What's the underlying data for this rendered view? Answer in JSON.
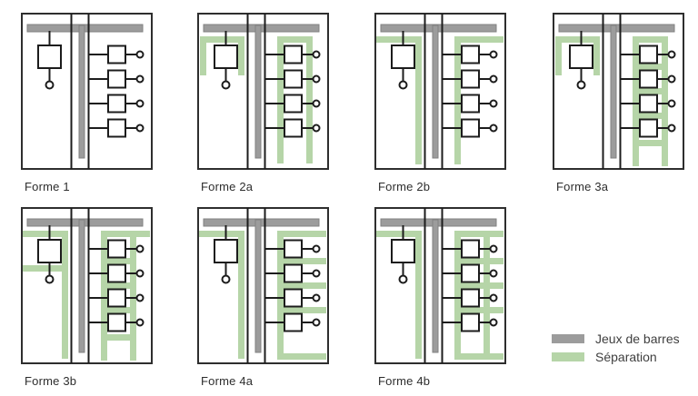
{
  "legend": {
    "items": [
      {
        "name": "busbars",
        "label": "Jeux de barres",
        "color": "#9c9c9c"
      },
      {
        "name": "separation",
        "label": "Séparation",
        "color": "#b6d5a8"
      }
    ]
  },
  "colors": {
    "busbar": "#9c9c9c",
    "busbar_outline": "#828282",
    "separation": "#b6d5a8",
    "line": "#1c1c1c",
    "enclosure": "#2e2e2e",
    "background": "#ffffff"
  },
  "forms": [
    {
      "label": "Forme 1",
      "row": 0,
      "col": 0,
      "separations": []
    },
    {
      "label": "Forme 2a",
      "row": 0,
      "col": 1,
      "separations": [
        [
          3,
          26,
          49,
          7
        ],
        [
          3,
          26,
          7,
          43
        ],
        [
          45,
          26,
          7,
          43
        ],
        [
          88,
          26,
          39,
          7
        ],
        [
          88,
          26,
          7,
          140
        ],
        [
          120,
          26,
          7,
          140
        ]
      ]
    },
    {
      "label": "Forme 2b",
      "row": 0,
      "col": 2,
      "separations": [
        [
          1,
          26,
          51,
          7
        ],
        [
          45,
          26,
          7,
          141
        ],
        [
          88,
          26,
          54,
          7
        ],
        [
          88,
          26,
          7,
          141
        ]
      ]
    },
    {
      "label": "Forme 3a",
      "row": 0,
      "col": 3,
      "separations": [
        [
          3,
          26,
          49,
          7
        ],
        [
          3,
          26,
          7,
          43
        ],
        [
          45,
          26,
          7,
          43
        ],
        [
          88,
          26,
          39,
          7
        ],
        [
          88,
          26,
          7,
          143
        ],
        [
          120,
          26,
          7,
          143
        ],
        [
          88,
          56,
          39,
          7
        ],
        [
          88,
          83,
          39,
          7
        ],
        [
          88,
          110,
          39,
          7
        ],
        [
          88,
          140,
          39,
          7
        ]
      ]
    },
    {
      "label": "Forme 3b",
      "row": 1,
      "col": 0,
      "separations": [
        [
          1,
          26,
          51,
          7
        ],
        [
          1,
          64,
          51,
          7
        ],
        [
          45,
          26,
          7,
          141
        ],
        [
          88,
          26,
          54,
          7
        ],
        [
          88,
          26,
          7,
          143
        ],
        [
          120,
          26,
          7,
          143
        ],
        [
          88,
          56,
          39,
          7
        ],
        [
          88,
          83,
          39,
          7
        ],
        [
          88,
          110,
          39,
          7
        ],
        [
          88,
          140,
          39,
          7
        ]
      ]
    },
    {
      "label": "Forme 4a",
      "row": 1,
      "col": 1,
      "separations": [
        [
          1,
          26,
          51,
          7
        ],
        [
          45,
          26,
          7,
          141
        ],
        [
          88,
          26,
          54,
          7
        ],
        [
          88,
          26,
          7,
          142
        ],
        [
          88,
          56,
          54,
          7
        ],
        [
          88,
          83,
          54,
          7
        ],
        [
          88,
          110,
          54,
          7
        ],
        [
          88,
          161,
          54,
          7
        ]
      ]
    },
    {
      "label": "Forme 4b",
      "row": 1,
      "col": 2,
      "separations": [
        [
          1,
          26,
          51,
          7
        ],
        [
          45,
          26,
          7,
          141
        ],
        [
          88,
          26,
          54,
          7
        ],
        [
          88,
          26,
          7,
          142
        ],
        [
          120,
          26,
          7,
          142
        ],
        [
          88,
          56,
          54,
          7
        ],
        [
          88,
          83,
          54,
          7
        ],
        [
          88,
          110,
          54,
          7
        ],
        [
          88,
          161,
          54,
          7
        ]
      ]
    }
  ]
}
